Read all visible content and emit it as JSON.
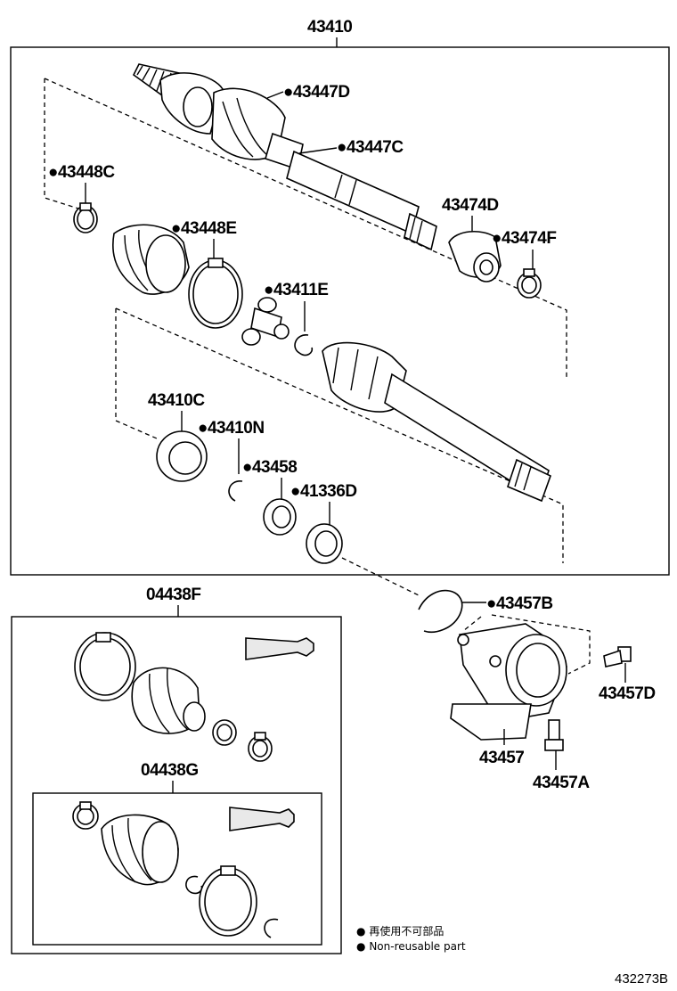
{
  "labels": {
    "assembly": "43410",
    "p43447D": "43447D",
    "p43447C": "43447C",
    "p43448C": "43448C",
    "p43448E": "43448E",
    "p43474D": "43474D",
    "p43474F": "43474F",
    "p43411E": "43411E",
    "p43410C": "43410C",
    "p43410N": "43410N",
    "p43458": "43458",
    "p41336D": "41336D",
    "p43457B": "43457B",
    "p43457D": "43457D",
    "p43457": "43457",
    "p43457A": "43457A",
    "kitF": "04438F",
    "kitG": "04438G"
  },
  "legend": {
    "line1": "再使用不可部品",
    "line2": "Non-reusable part"
  },
  "diagram_code": "432273B"
}
